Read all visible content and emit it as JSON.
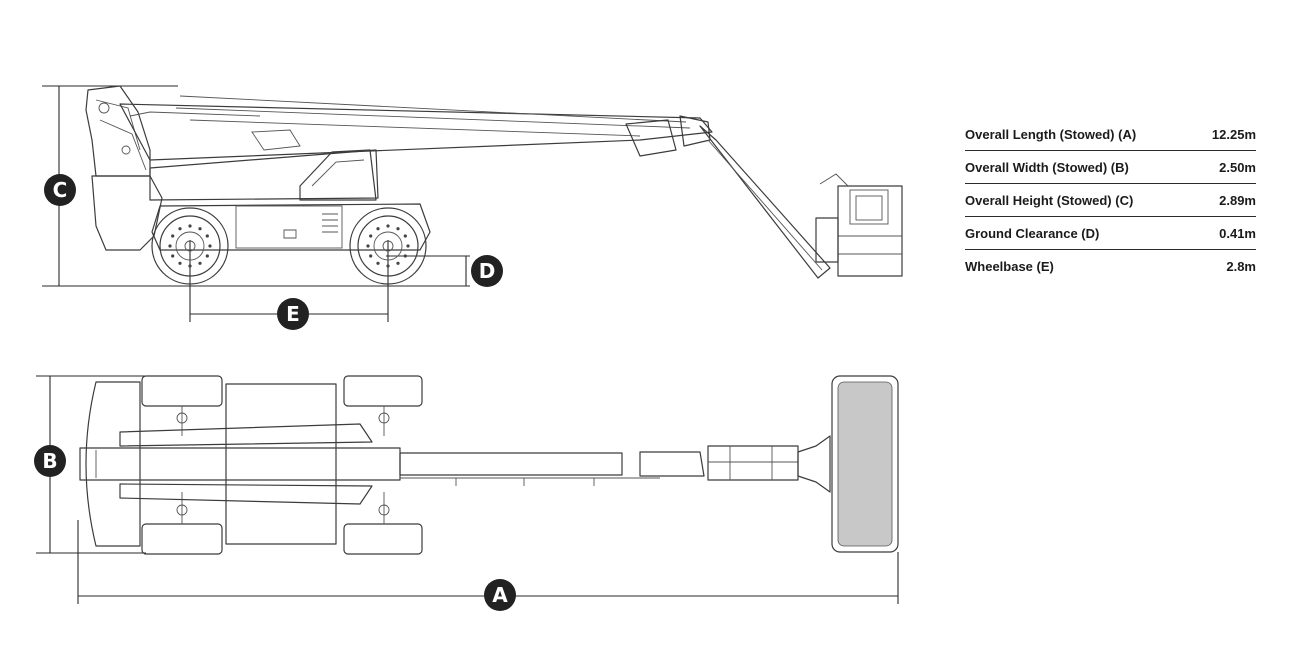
{
  "colors": {
    "line": "#3c3c3c",
    "badge": "#222222",
    "platform_fill": "#c8c8c8"
  },
  "badges": {
    "a": "A",
    "b": "B",
    "c": "C",
    "d": "D",
    "e": "E"
  },
  "specs": [
    {
      "label": "Overall Length (Stowed) (A)",
      "value": "12.25m"
    },
    {
      "label": "Overall Width (Stowed) (B)",
      "value": "2.50m"
    },
    {
      "label": "Overall Height (Stowed) (C)",
      "value": "2.89m"
    },
    {
      "label": "Ground Clearance (D)",
      "value": "0.41m"
    },
    {
      "label": "Wheelbase (E)",
      "value": "2.8m"
    }
  ]
}
